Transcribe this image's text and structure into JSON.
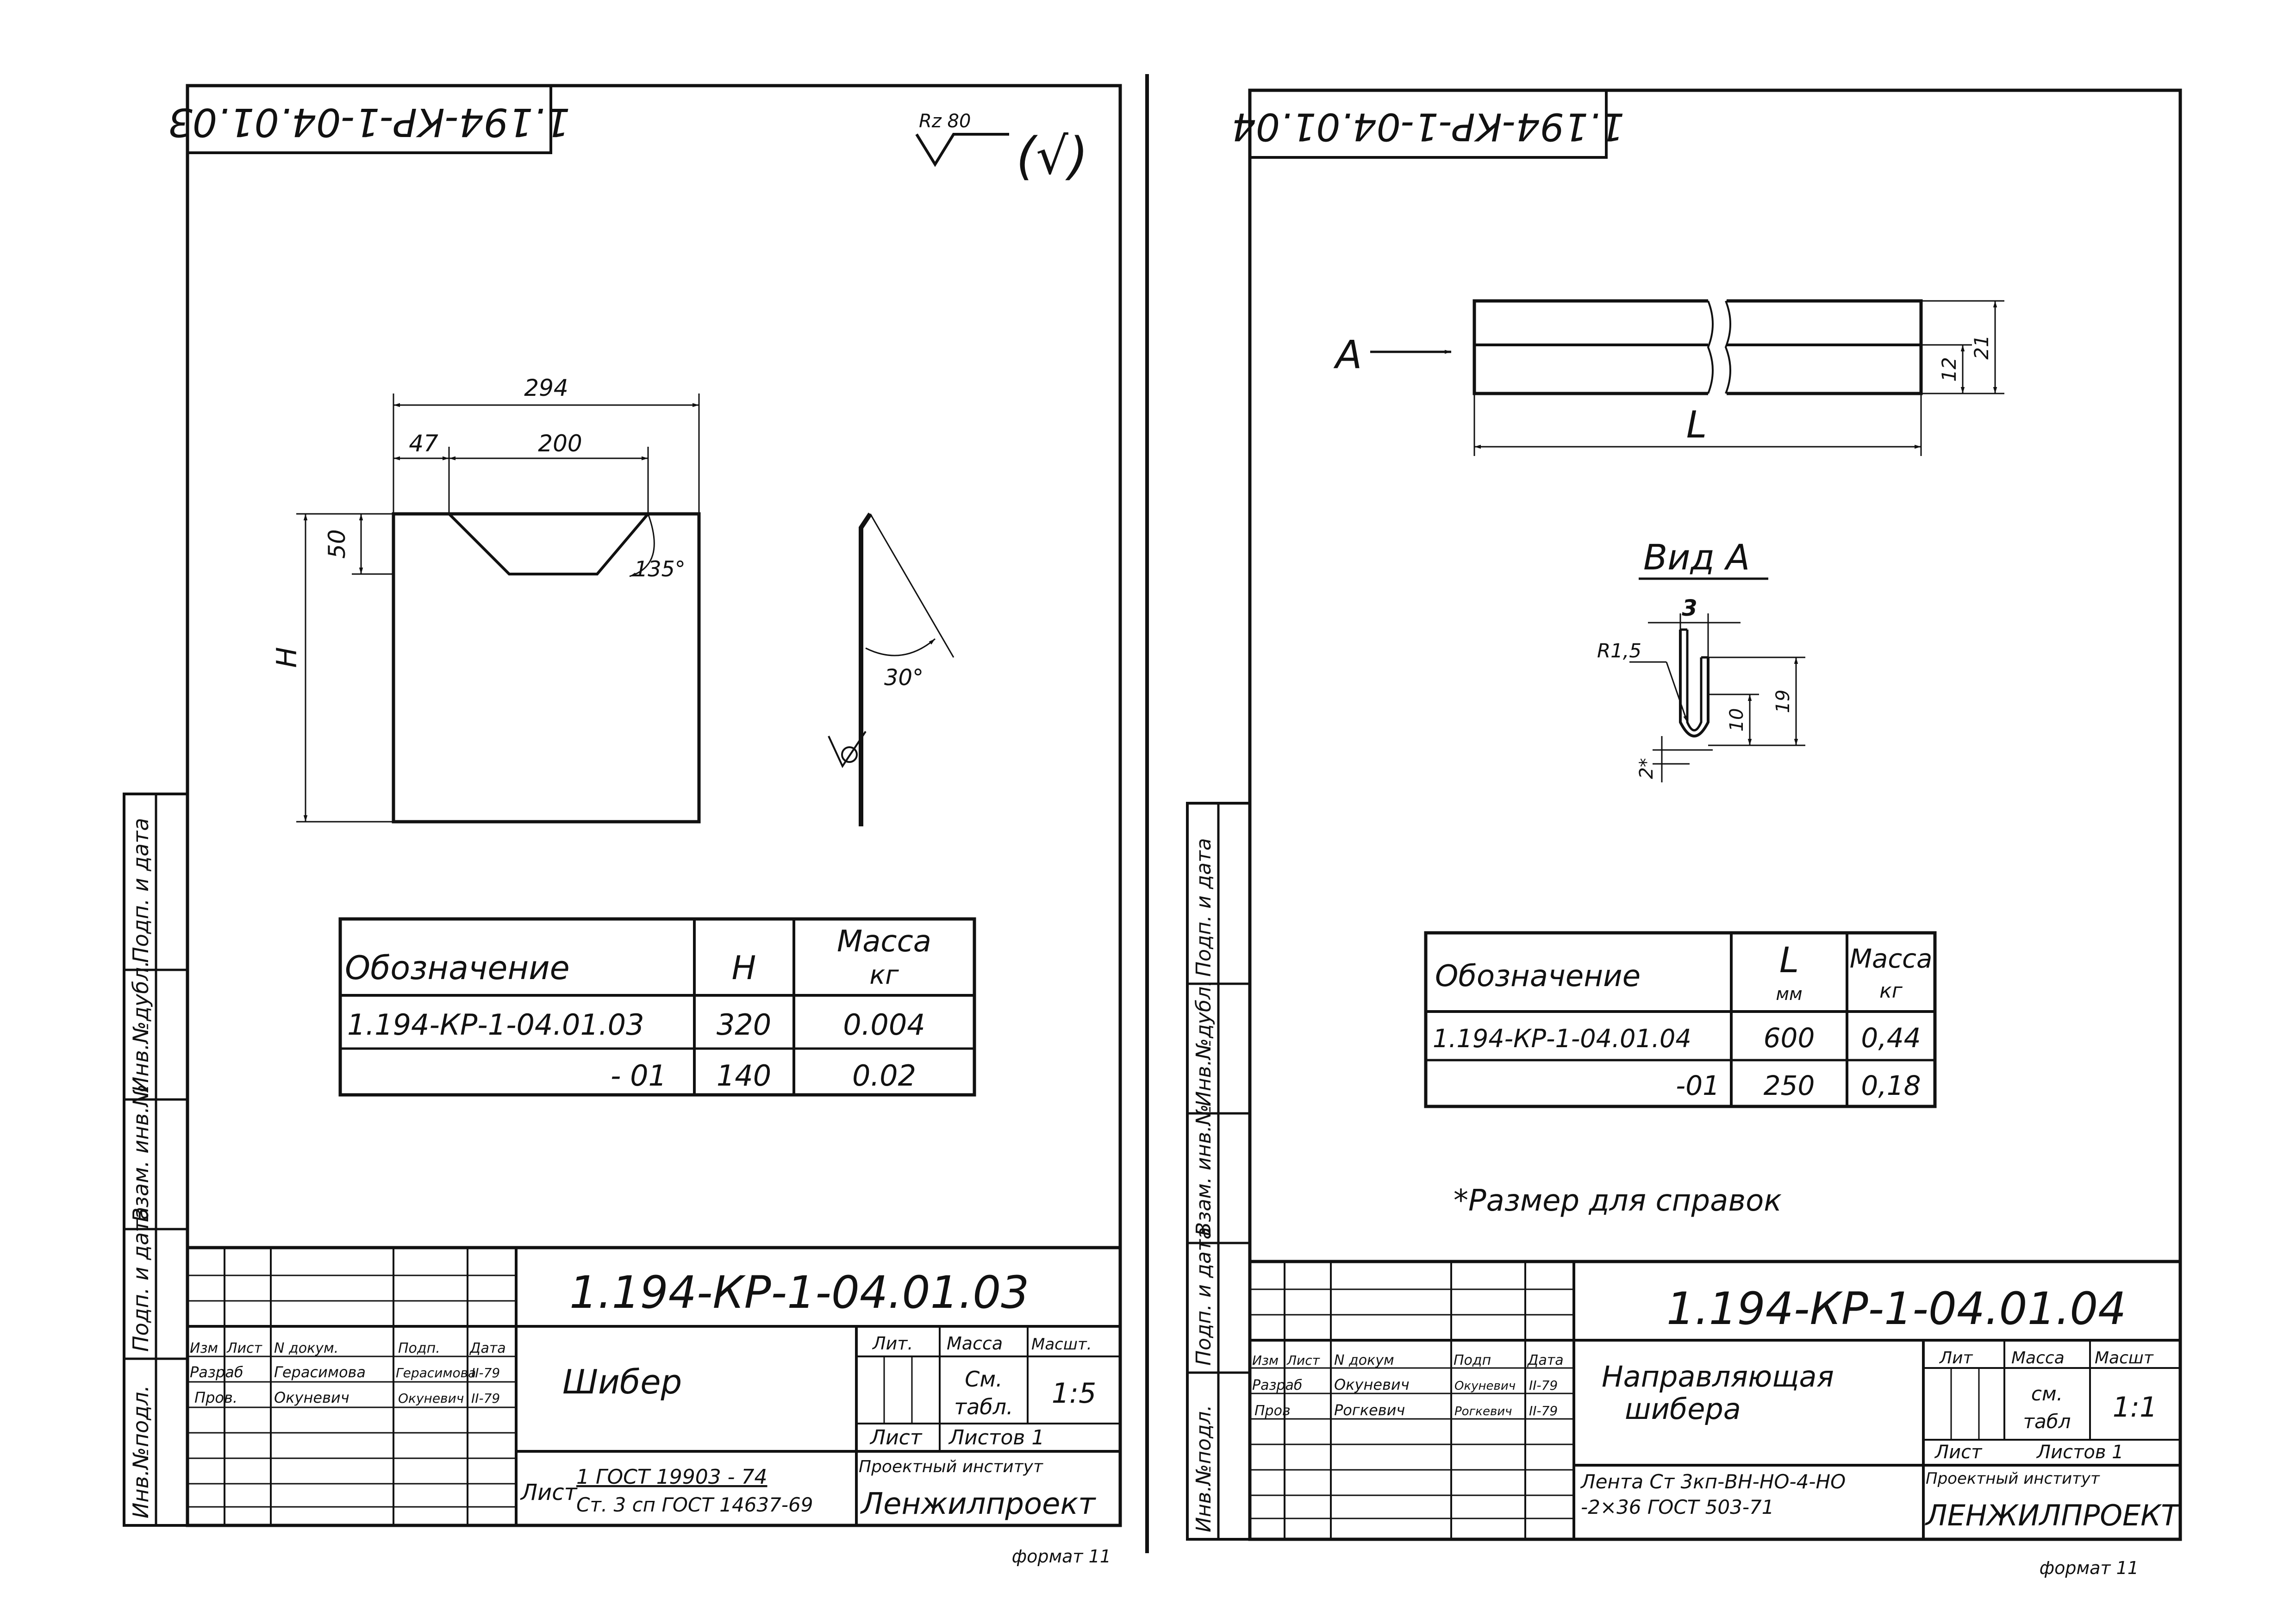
{
  "left": {
    "stamp_code": "1.194-КР-1-04.01.03",
    "roughness": {
      "symbol": "Rz 80",
      "general": "(√)"
    },
    "dims": {
      "top": "294",
      "left": "47",
      "mid": "200",
      "depth": "50",
      "angle": "135°",
      "height": "H",
      "bend_angle": "30°"
    },
    "table": {
      "headers": [
        "Обозначение",
        "H",
        "Масса",
        "кг"
      ],
      "rows": [
        [
          "1.194-КР-1-04.01.03",
          "320",
          "0.004"
        ],
        [
          "- 01",
          "140",
          "0.02"
        ]
      ]
    },
    "side_labels": [
      "Инв.№подл.",
      "Подп. и дата",
      "Взам. инв.№",
      "Инв.№дубл.",
      "Подп. и дата"
    ],
    "title_block": {
      "code": "1.194-КР-1-04.01.03",
      "col_headers": [
        "Изм",
        "Лист",
        "N докум.",
        "Подп.",
        "Дата"
      ],
      "rows": [
        [
          "Разраб",
          "Герасимова",
          "Герасимова",
          "II-79"
        ],
        [
          "Пров.",
          "Окуневич",
          "Окуневич",
          "II-79"
        ]
      ],
      "name": "Шибер",
      "lit": "Лит.",
      "mass": "Масса",
      "scale": "Масшт.",
      "mass_val1": "См.",
      "mass_val2": "табл.",
      "scale_val": "1:5",
      "sheet": "Лист",
      "sheets": "Листов 1",
      "material_label": "Лист",
      "material_1": "1 ГОСТ 19903 - 74",
      "material_2": "Ст. 3 сп ГОСТ 14637-69",
      "org1": "Проектный институт",
      "org2": "Ленжилпроект",
      "format": "формат 11"
    }
  },
  "right": {
    "stamp_code": "1.194-КР-1-04.01.04",
    "view_arrow": "A",
    "dims": {
      "length": "L",
      "w12": "12",
      "w21": "21"
    },
    "view_title": "Вид А",
    "view_dims": {
      "t": "3",
      "r": "R1,5",
      "h10": "10",
      "h19": "19",
      "s2": "2*"
    },
    "table": {
      "headers": [
        "Обозначение",
        "L",
        "мм",
        "Масса",
        "кг"
      ],
      "rows": [
        [
          "1.194-КР-1-04.01.04",
          "600",
          "0,44"
        ],
        [
          "-01",
          "250",
          "0,18"
        ]
      ]
    },
    "note": "*Размер для справок",
    "side_labels": [
      "Инв.№подл.",
      "Подп. и дата",
      "Взам. инв.№",
      "Инв.№дубл.",
      "Подп. и дата"
    ],
    "title_block": {
      "code": "1.194-КР-1-04.01.04",
      "col_headers": [
        "Изм",
        "Лист",
        "N докум",
        "Подп",
        "Дата"
      ],
      "rows": [
        [
          "Разраб",
          "Окуневич",
          "Окуневич",
          "II-79"
        ],
        [
          "Пров",
          "Рогкевич",
          "Рогкевич",
          "II-79"
        ]
      ],
      "name_1": "Направляющая",
      "name_2": "шибера",
      "lit": "Лит",
      "mass": "Масса",
      "scale": "Масшт",
      "mass_val1": "см.",
      "mass_val2": "табл",
      "scale_val": "1:1",
      "sheet": "Лист",
      "sheets": "Листов 1",
      "material_1": "Лента Ст 3кп-ВН-НО-4-НО",
      "material_2": "-2×36 ГОСТ 503-71",
      "org1": "Проектный институт",
      "org2": "ЛЕНЖИЛПРОЕКТ",
      "format": "формат 11"
    }
  }
}
